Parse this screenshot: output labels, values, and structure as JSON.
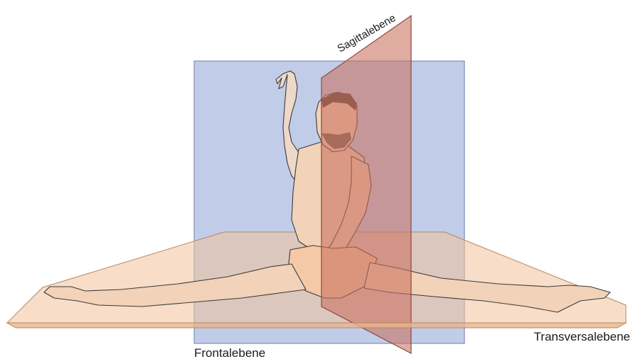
{
  "labels": {
    "sagittal": "Sagittalebene",
    "frontal": "Frontalebene",
    "transversal": "Transversalebene"
  },
  "colors": {
    "frontal_plane": "#a9b9e0",
    "sagittal_plane": "#c9705f",
    "transverse_plane": "#f2c39a",
    "skin": "#f2d2b8",
    "outline": "#3a3a3a"
  }
}
